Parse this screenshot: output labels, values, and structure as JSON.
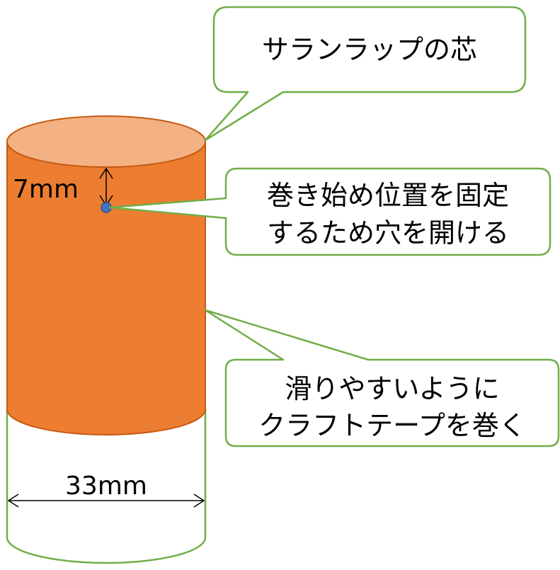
{
  "callouts": {
    "core": {
      "lines": [
        "サランラップの芯"
      ]
    },
    "hole": {
      "lines": [
        "巻き始め位置を固定",
        "するため穴を開ける"
      ]
    },
    "tape": {
      "lines": [
        "滑りやすいように",
        "クラフトテープを巻く"
      ]
    }
  },
  "dimensions": {
    "hole_offset_label": "7mm",
    "diameter_label": "33mm"
  },
  "colors": {
    "cylinder_top": "#f4b183",
    "cylinder_body": "#ed7d31",
    "cylinder_outline": "#c55a11",
    "callout_border": "#70ad47",
    "hole_fill": "#4472c4"
  }
}
